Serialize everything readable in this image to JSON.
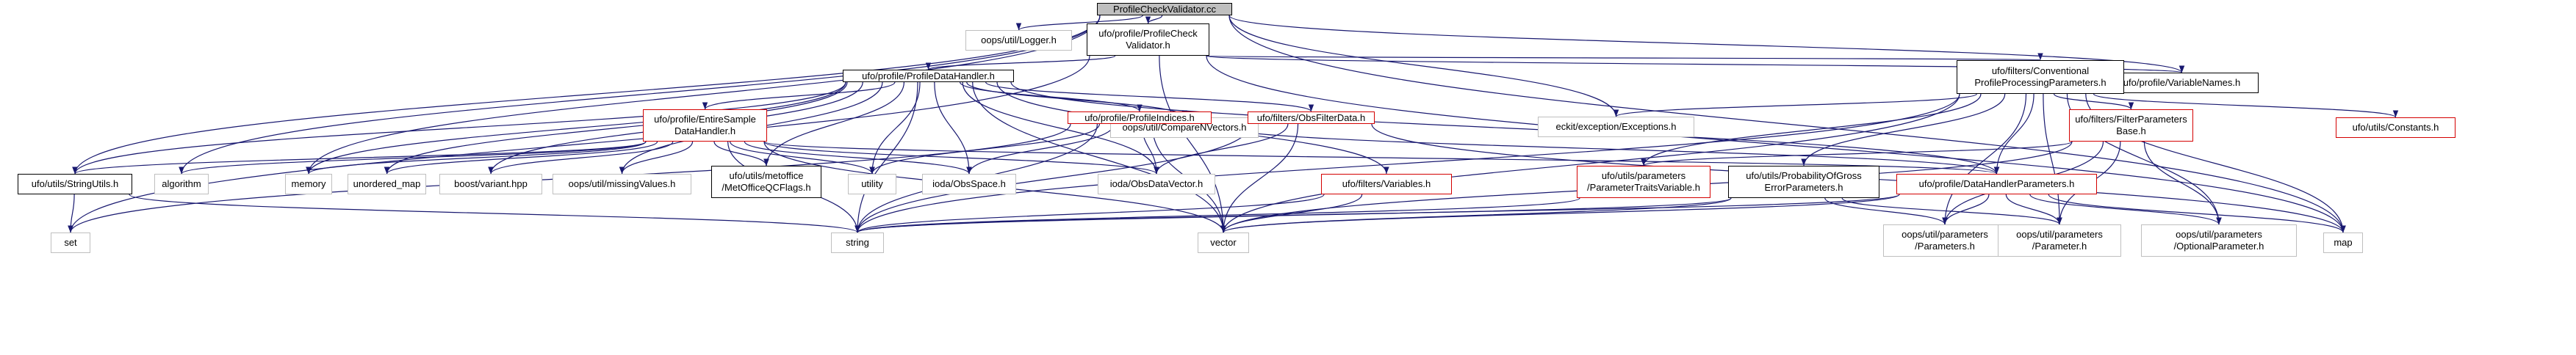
{
  "graph": {
    "nodes": {
      "root": {
        "lines": [
          "ProfileCheckValidator.cc"
        ]
      },
      "logger": {
        "lines": [
          "oops/util/Logger.h"
        ]
      },
      "pcv_h": {
        "lines": [
          "ufo/profile/ProfileCheck",
          "Validator.h"
        ]
      },
      "varnames": {
        "lines": [
          "ufo/profile/VariableNames.h"
        ]
      },
      "pdh": {
        "lines": [
          "ufo/profile/ProfileDataHandler.h"
        ]
      },
      "cpp": {
        "lines": [
          "ufo/filters/Conventional",
          "ProfileProcessingParameters.h"
        ]
      },
      "compare": {
        "lines": [
          "oops/util/CompareNVectors.h"
        ]
      },
      "eckit": {
        "lines": [
          "eckit/exception/Exceptions.h"
        ]
      },
      "esdh": {
        "lines": [
          "ufo/profile/EntireSample",
          "DataHandler.h"
        ]
      },
      "pindices": {
        "lines": [
          "ufo/profile/ProfileIndices.h"
        ]
      },
      "obsfilter": {
        "lines": [
          "ufo/filters/ObsFilterData.h"
        ]
      },
      "fpb": {
        "lines": [
          "ufo/filters/FilterParameters",
          "Base.h"
        ]
      },
      "constants": {
        "lines": [
          "ufo/utils/Constants.h"
        ]
      },
      "strutils": {
        "lines": [
          "ufo/utils/StringUtils.h"
        ]
      },
      "algorithm": {
        "lines": [
          "algorithm"
        ]
      },
      "memory": {
        "lines": [
          "memory"
        ]
      },
      "umap": {
        "lines": [
          "unordered_map"
        ]
      },
      "variant": {
        "lines": [
          "boost/variant.hpp"
        ]
      },
      "missing": {
        "lines": [
          "oops/util/missingValues.h"
        ]
      },
      "metoffice": {
        "lines": [
          "ufo/utils/metoffice",
          "/MetOfficeQCFlags.h"
        ]
      },
      "utility": {
        "lines": [
          "utility"
        ]
      },
      "obsspace": {
        "lines": [
          "ioda/ObsSpace.h"
        ]
      },
      "obsdatavec": {
        "lines": [
          "ioda/ObsDataVector.h"
        ]
      },
      "variables": {
        "lines": [
          "ufo/filters/Variables.h"
        ]
      },
      "ptv": {
        "lines": [
          "ufo/utils/parameters",
          "/ParameterTraitsVariable.h"
        ]
      },
      "pgep": {
        "lines": [
          "ufo/utils/ProbabilityOfGross",
          "ErrorParameters.h"
        ]
      },
      "dhp": {
        "lines": [
          "ufo/profile/DataHandlerParameters.h"
        ]
      },
      "set": {
        "lines": [
          "set"
        ]
      },
      "string": {
        "lines": [
          "string"
        ]
      },
      "vector": {
        "lines": [
          "vector"
        ]
      },
      "params": {
        "lines": [
          "oops/util/parameters",
          "/Parameters.h"
        ]
      },
      "param": {
        "lines": [
          "oops/util/parameters",
          "/Parameter.h"
        ]
      },
      "optparam": {
        "lines": [
          "oops/util/parameters",
          "/OptionalParameter.h"
        ]
      },
      "map": {
        "lines": [
          "map"
        ]
      }
    },
    "colors": {
      "edge": "#191970",
      "project_border": "#000000",
      "external_border": "#bfbfbf",
      "incomplete_border": "#d40000",
      "root_fill": "#bfbfbf"
    }
  }
}
